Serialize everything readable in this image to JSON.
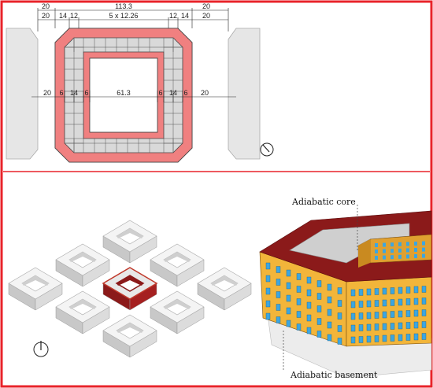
{
  "plan": {
    "dims_top": {
      "total": "113.3",
      "outer_left": "20",
      "outer_right": "20",
      "left_a": "20",
      "left_b": "14",
      "left_c": "12",
      "middle": "5 x 12.26",
      "right_c": "12",
      "right_b": "14",
      "right_a": "20"
    },
    "dims_mid": {
      "a_left": "20",
      "b_left": "6",
      "c_left": "14",
      "d_left": "6",
      "center": "61.3",
      "d_right": "6",
      "c_right": "14",
      "b_right": "6",
      "a_right": "20"
    }
  },
  "labels": {
    "core": "Adiabatic core",
    "basement": "Adiabatic basement"
  },
  "icons": {
    "north_top": "north-arrow-icon",
    "north_bottom": "north-arrow-icon"
  },
  "colors": {
    "frame": "#e8232a",
    "zone_red": "#f08080",
    "zone_grey": "#d9d9d9",
    "roof": "#8b1a1a",
    "facade": "#f2b53a",
    "window": "#3da6e0"
  }
}
